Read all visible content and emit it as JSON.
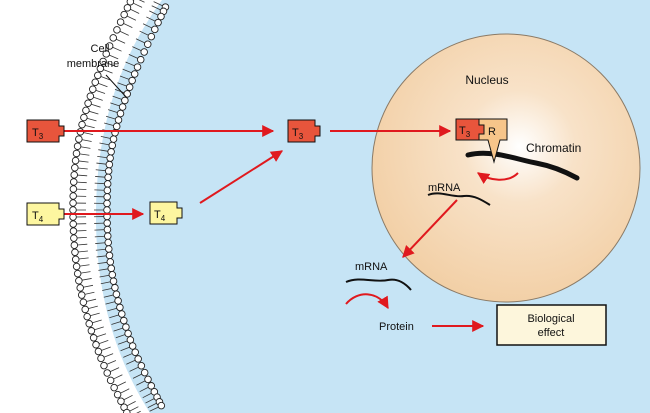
{
  "labels": {
    "cell_membrane_line1": "Cell",
    "cell_membrane_line2": "membrane",
    "nucleus": "Nucleus",
    "chromatin": "Chromatin",
    "mrna_nuclear": "mRNA",
    "mrna_cytoplasm": "mRNA",
    "protein": "Protein",
    "biological_effect_line1": "Biological",
    "biological_effect_line2": "effect",
    "receptor": "R"
  },
  "hormones": {
    "t3": {
      "letter": "T",
      "subscript": "3"
    },
    "t4": {
      "letter": "T",
      "subscript": "4"
    }
  },
  "colors": {
    "cytoplasm": "#c6e4f5",
    "nucleus": "#f2cfa5",
    "t3_fill": "#e8553c",
    "t4_fill": "#fdf6a0",
    "receptor_fill": "#f7c58a",
    "arrow": "#e0191e",
    "effect_box": "#fdf6dc"
  }
}
